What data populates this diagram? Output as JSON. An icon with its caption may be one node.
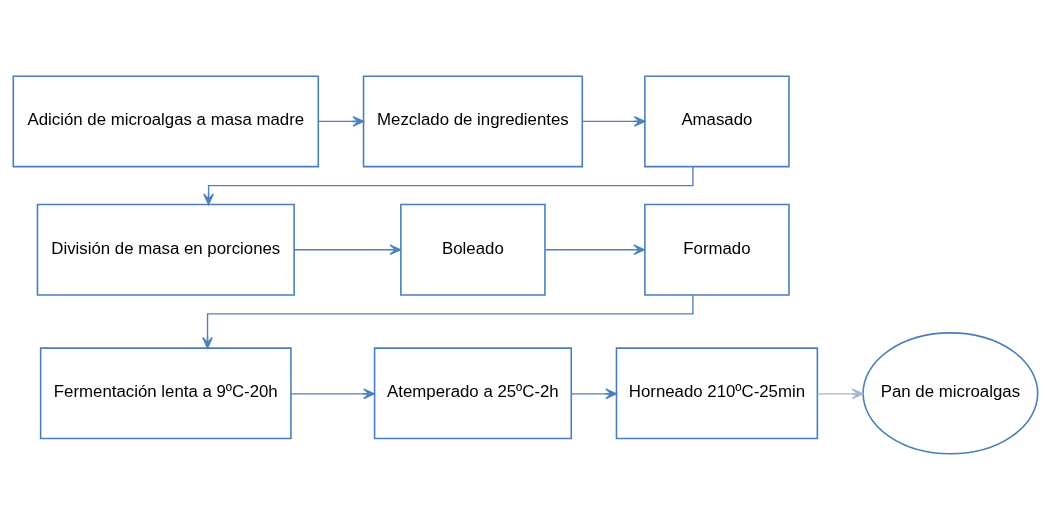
{
  "diagram": {
    "nodes": [
      {
        "text": [
          "Adición de microalgas a masa madre"
        ]
      },
      {
        "text": [
          "Mezclado de ingredientes"
        ]
      },
      {
        "text": [
          "Amasado"
        ]
      },
      {
        "text": [
          "División de masa en porciones"
        ]
      },
      {
        "text": [
          "Boleado"
        ]
      },
      {
        "text": [
          "Formado"
        ]
      },
      {
        "text": [
          "Fermentación lenta a 9ºC-20h"
        ]
      },
      {
        "text": [
          "Atemperado a 25ºC-2h"
        ]
      },
      {
        "text": [
          "Horneado 210ºC-25min"
        ]
      },
      {
        "text": [
          "Pan de microalgas"
        ]
      }
    ],
    "edges": [
      {
        "from": 0,
        "to": 1,
        "arrow": "to"
      },
      {
        "from": 1,
        "to": 2,
        "arrow": "to"
      },
      {
        "from": 2,
        "to": 3,
        "arrow": "to"
      },
      {
        "from": 3,
        "to": 4,
        "arrow": "to"
      },
      {
        "from": 4,
        "to": 5,
        "arrow": "to"
      },
      {
        "from": 5,
        "to": 6,
        "arrow": "to"
      },
      {
        "from": 6,
        "to": 7,
        "arrow": "to"
      },
      {
        "from": 7,
        "to": 8,
        "arrow": "to"
      },
      {
        "from": 8,
        "to": 9,
        "arrow": "to",
        "color": "#a6b8cc"
      }
    ]
  }
}
